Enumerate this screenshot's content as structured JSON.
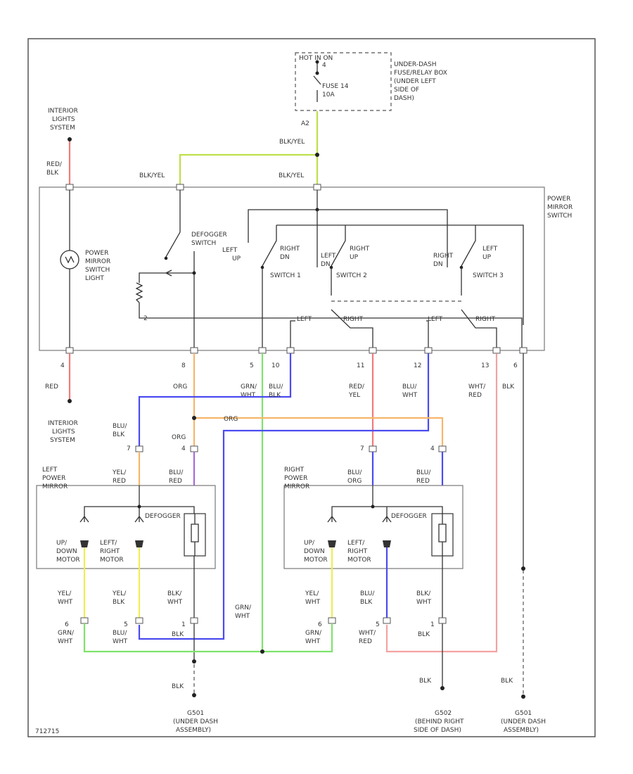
{
  "colors": {
    "org": "#f7b66a",
    "blu": "#4b4bf0",
    "grn": "#7ee36b",
    "red": "#f07a7a",
    "yel": "#eeee55",
    "blk": "#333333",
    "grnyel": "#bde04a",
    "pur": "#a86ad8",
    "background": "#ffffff"
  },
  "labels": {
    "hot_on_run": "HOT IN ON",
    "fuse_pin_top": "4",
    "fuse": "FUSE 14",
    "fuse_amp": "10A",
    "fuse_box": [
      "UNDER-DASH",
      "FUSE/RELAY BOX",
      "(UNDER LEFT",
      "SIDE OF",
      "DASH)"
    ],
    "fuse_pin_a2": "A2",
    "wire_blk_yel_1": "BLK/YEL",
    "wire_blk_yel_2": "BLK/YEL",
    "wire_blk_yel_3": "BLK/YEL",
    "interior_top": [
      "INTERIOR",
      "LIGHTS",
      "SYSTEM"
    ],
    "wire_red_blk": [
      "RED/",
      "BLK"
    ],
    "power_mirror_switch": [
      "POWER",
      "MIRROR",
      "SWITCH"
    ],
    "switch_light": [
      "POWER",
      "MIRROR",
      "SWITCH",
      "LIGHT"
    ],
    "defogger_switch": [
      "DEFOGGER",
      "SWITCH"
    ],
    "left_up": [
      "LEFT",
      "UP"
    ],
    "right_dn": [
      "RIGHT",
      "DN"
    ],
    "left_dn": [
      "LEFT",
      "DN"
    ],
    "right_up": [
      "RIGHT",
      "UP"
    ],
    "left_up_2": [
      "LEFT",
      "UP"
    ],
    "right_dn_2": [
      "RIGHT",
      "DN"
    ],
    "switch_1": "SWITCH 1",
    "switch_2": "SWITCH 2",
    "switch_3": "SWITCH 3",
    "left_a": "LEFT",
    "right_a": "RIGHT",
    "left_b": "LEFT",
    "right_b": "RIGHT",
    "pin_2": "2",
    "pin_4": "4",
    "pin_8": "8",
    "pin_5": "5",
    "pin_10": "10",
    "pin_11": "11",
    "pin_12": "12",
    "pin_13": "13",
    "pin_6": "6",
    "wire_red": "RED",
    "wire_org": "ORG",
    "wire_grn_wht": [
      "GRN/",
      "WHT"
    ],
    "wire_blu_blk": [
      "BLU/",
      "BLK"
    ],
    "wire_red_yel": [
      "RED/",
      "YEL"
    ],
    "wire_blu_wht": [
      "BLU/",
      "WHT"
    ],
    "wire_wht_red": [
      "WHT/",
      "RED"
    ],
    "wire_blk": "BLK",
    "interior_bottom": [
      "INTERIOR",
      "LIGHTS",
      "SYSTEM"
    ],
    "org_mid": "ORG",
    "blu_blk_left": [
      "BLU/",
      "BLK"
    ],
    "pin_7_left": "7",
    "org_left": "ORG",
    "pin_4_left": "4",
    "pin_7_right": "7",
    "pin_4_right": "4",
    "left_mirror": [
      "LEFT",
      "POWER",
      "MIRROR"
    ],
    "right_mirror": [
      "RIGHT",
      "POWER",
      "MIRROR"
    ],
    "yel_red": [
      "YEL/",
      "RED"
    ],
    "blu_red_l": [
      "BLU/",
      "RED"
    ],
    "blu_org_r": [
      "BLU/",
      "ORG"
    ],
    "blu_red_r": [
      "BLU/",
      "RED"
    ],
    "defogger_l": "DEFOGGER",
    "defogger_r": "DEFOGGER",
    "ud_motor_l": [
      "UP/",
      "DOWN",
      "MOTOR"
    ],
    "lr_motor_l": [
      "LEFT/",
      "RIGHT",
      "MOTOR"
    ],
    "ud_motor_r": [
      "UP/",
      "DOWN",
      "MOTOR"
    ],
    "lr_motor_r": [
      "LEFT/",
      "RIGHT",
      "MOTOR"
    ],
    "yel_wht_l": [
      "YEL/",
      "WHT"
    ],
    "yel_blk_l": [
      "YEL/",
      "BLK"
    ],
    "blk_wht_l": [
      "BLK/",
      "WHT"
    ],
    "yel_wht_r": [
      "YEL/",
      "WHT"
    ],
    "blu_blk_r": [
      "BLU/",
      "BLK"
    ],
    "blk_wht_r": [
      "BLK/",
      "WHT"
    ],
    "pin_b_6": "6",
    "pin_b_5": "5",
    "pin_b_1": "1",
    "pin_b_6r": "6",
    "pin_b_5r": "5",
    "pin_b_1r": "1",
    "grn_wht_b1": [
      "GRN/",
      "WHT"
    ],
    "blu_wht_b": [
      "BLU/",
      "WHT"
    ],
    "blk_b1": "BLK",
    "grn_wht_mid": [
      "GRN/",
      "WHT"
    ],
    "grn_wht_b2": [
      "GRN/",
      "WHT"
    ],
    "wht_red_b": [
      "WHT/",
      "RED"
    ],
    "blk_b2": "BLK",
    "blk_g1": "BLK",
    "blk_g2": "BLK",
    "blk_g3": "BLK",
    "ground_1": [
      "G501",
      "(UNDER DASH",
      "ASSEMBLY)"
    ],
    "ground_2": [
      "G502",
      "(BEHIND RIGHT",
      "SIDE OF DASH)"
    ],
    "ground_3": [
      "G501",
      "(UNDER DASH",
      "ASSEMBLY)"
    ],
    "figure_id": "712715"
  }
}
